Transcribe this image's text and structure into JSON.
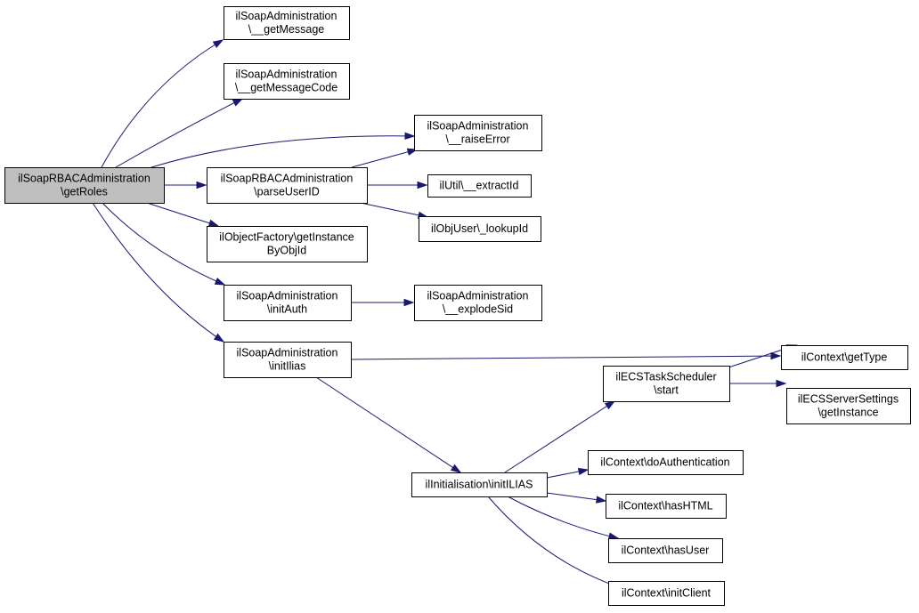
{
  "nodes": [
    {
      "id": "getRoles",
      "lines": [
        "ilSoapRBACAdministration",
        "\\getRoles"
      ],
      "root": true
    },
    {
      "id": "getMessage",
      "lines": [
        "ilSoapAdministration",
        "\\__getMessage"
      ]
    },
    {
      "id": "getMessageCode",
      "lines": [
        "ilSoapAdministration",
        "\\__getMessageCode"
      ]
    },
    {
      "id": "raiseError",
      "lines": [
        "ilSoapAdministration",
        "\\__raiseError"
      ]
    },
    {
      "id": "parseUserID",
      "lines": [
        "ilSoapRBACAdministration",
        "\\parseUserID"
      ]
    },
    {
      "id": "extractId",
      "lines": [
        "ilUtil\\__extractId"
      ]
    },
    {
      "id": "lookupId",
      "lines": [
        "ilObjUser\\_lookupId"
      ]
    },
    {
      "id": "getInstanceByObjId",
      "lines": [
        "ilObjectFactory\\getInstance",
        "ByObjId"
      ]
    },
    {
      "id": "initAuth",
      "lines": [
        "ilSoapAdministration",
        "\\initAuth"
      ]
    },
    {
      "id": "explodeSid",
      "lines": [
        "ilSoapAdministration",
        "\\__explodeSid"
      ]
    },
    {
      "id": "initIlias",
      "lines": [
        "ilSoapAdministration",
        "\\initIlias"
      ]
    },
    {
      "id": "getType",
      "lines": [
        "ilContext\\getType"
      ]
    },
    {
      "id": "ecsStart",
      "lines": [
        "ilECSTaskScheduler",
        "\\start"
      ]
    },
    {
      "id": "ecsGetInstance",
      "lines": [
        "ilECSServerSettings",
        "\\getInstance"
      ]
    },
    {
      "id": "initILIAS",
      "lines": [
        "ilInitialisation\\initILIAS"
      ]
    },
    {
      "id": "doAuthentication",
      "lines": [
        "ilContext\\doAuthentication"
      ]
    },
    {
      "id": "hasHTML",
      "lines": [
        "ilContext\\hasHTML"
      ]
    },
    {
      "id": "hasUser",
      "lines": [
        "ilContext\\hasUser"
      ]
    },
    {
      "id": "initClient",
      "lines": [
        "ilContext\\initClient"
      ]
    }
  ],
  "edges": [
    {
      "from": "getRoles",
      "to": "getMessage"
    },
    {
      "from": "getRoles",
      "to": "getMessageCode"
    },
    {
      "from": "getRoles",
      "to": "raiseError"
    },
    {
      "from": "getRoles",
      "to": "parseUserID"
    },
    {
      "from": "getRoles",
      "to": "getInstanceByObjId"
    },
    {
      "from": "getRoles",
      "to": "initAuth"
    },
    {
      "from": "getRoles",
      "to": "initIlias"
    },
    {
      "from": "parseUserID",
      "to": "raiseError"
    },
    {
      "from": "parseUserID",
      "to": "extractId"
    },
    {
      "from": "parseUserID",
      "to": "lookupId"
    },
    {
      "from": "initAuth",
      "to": "explodeSid"
    },
    {
      "from": "initIlias",
      "to": "getType"
    },
    {
      "from": "initIlias",
      "to": "initILIAS"
    },
    {
      "from": "initILIAS",
      "to": "ecsStart"
    },
    {
      "from": "initILIAS",
      "to": "doAuthentication"
    },
    {
      "from": "initILIAS",
      "to": "hasHTML"
    },
    {
      "from": "initILIAS",
      "to": "hasUser"
    },
    {
      "from": "initILIAS",
      "to": "initClient"
    },
    {
      "from": "ecsStart",
      "to": "getType"
    },
    {
      "from": "ecsStart",
      "to": "ecsGetInstance"
    }
  ],
  "colors": {
    "edge": "#191970",
    "root_fill": "#bfbfbf",
    "node_fill": "#ffffff",
    "node_border": "#000000"
  }
}
